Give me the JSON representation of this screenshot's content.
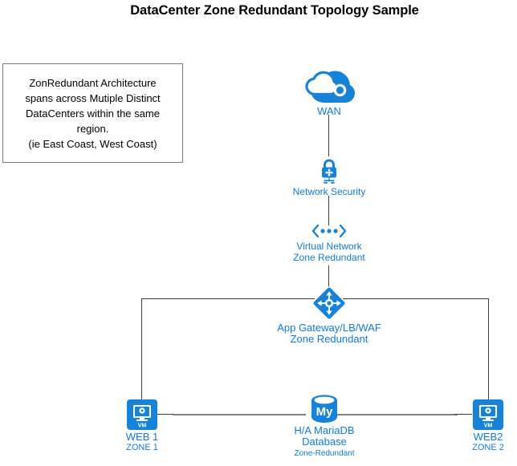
{
  "title": "DataCenter Zone Redundant Topology Sample",
  "note": {
    "text": "ZonRedundant Architecture\nspans across Mutiple Distinct\nDataCenters within the same\nregion.\n(ie East Coast, West Coast)"
  },
  "colors": {
    "azure_blue": "#1783d8",
    "label_blue": "#0f7ad6",
    "line_dark": "#3b3b3b",
    "line_gray": "#808080",
    "note_border": "#7a7a7a",
    "title_black": "#000000"
  },
  "nodes": {
    "wan": {
      "icon": "cloud-wan-icon",
      "label": "WAN"
    },
    "network_security": {
      "icon": "padlock-network-security-icon",
      "label": "Network Security"
    },
    "virtual_network": {
      "icon": "virtual-network-icon",
      "label_line1": "Virtual Network",
      "label_line2": "Zone Redundant"
    },
    "app_gateway": {
      "icon": "app-gateway-diamond-icon",
      "label_line1": "App Gateway/LB/WAF",
      "label_line2": "Zone Redundant"
    },
    "web1": {
      "icon": "virtual-machine-icon",
      "icon_caption": "VM",
      "label_line1": "WEB 1",
      "label_line2": "ZONE 1"
    },
    "web2": {
      "icon": "virtual-machine-icon",
      "icon_caption": "VM",
      "label_line1": "WEB2",
      "label_line2": "ZONE 2"
    },
    "database": {
      "icon": "mysql-database-cylinder-icon",
      "icon_caption": "My",
      "label_line1": "H/A MariaDB",
      "label_line2": "Database",
      "label_line3": "Zone-Redundant"
    }
  },
  "connections": [
    {
      "name": "wan-to-network-security",
      "from": "wan",
      "to": "network_security",
      "style": "solid-dark"
    },
    {
      "name": "network-security-to-virtual-network",
      "from": "network_security",
      "to": "virtual_network",
      "style": "solid-dark"
    },
    {
      "name": "virtual-network-to-app-gateway",
      "from": "virtual_network",
      "to": "app_gateway",
      "style": "solid-dark"
    },
    {
      "name": "app-gateway-to-web1",
      "from": "app_gateway",
      "to": "web1",
      "style": "solid-dark"
    },
    {
      "name": "app-gateway-to-web2",
      "from": "app_gateway",
      "to": "web2",
      "style": "solid-dark"
    },
    {
      "name": "web1-to-database",
      "from": "web1",
      "to": "database",
      "style": "solid-gray"
    },
    {
      "name": "database-to-web2",
      "from": "database",
      "to": "web2",
      "style": "solid-gray"
    }
  ]
}
